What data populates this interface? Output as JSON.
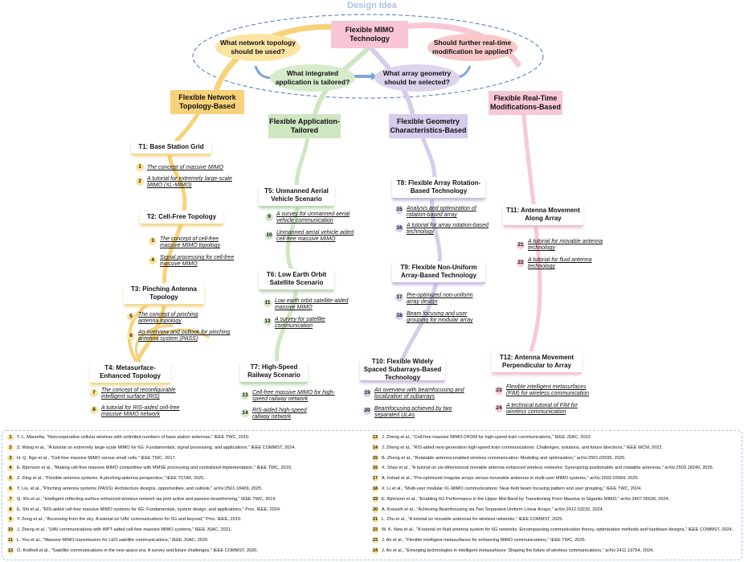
{
  "title": "Design Idea",
  "core": "Flexible MIMO Technology",
  "questions": {
    "q1": "What network topology should be used?",
    "q2": "Should further real-time modification be applied?",
    "q3": "What integrated application is tailored?",
    "q4": "What array geometry should be selected?"
  },
  "branches": {
    "b1": "Flexible Network Topology-Based",
    "b2": "Flexible Application-Tailored",
    "b3": "Flexible Geometry Characteristics-Based",
    "b4": "Flexible Real-Time Modifications-Based"
  },
  "topics": {
    "t1": "T1: Base Station Grid",
    "t2": "T2: Cell-Free Topology",
    "t3": "T3: Pinching Antenna Topology",
    "t4": "T4: Metasurface-Enhanced Topology",
    "t5": "T5: Unmanned Aerial Vehicle Scenario",
    "t6": "T6: Low Earth Orbit Satellite Scenario",
    "t7": "T7: High-Speed Railway Scenario",
    "t8": "T8: Flexible Array Rotation-Based Technology",
    "t9": "T9: Flexible Non-Uniform Array-Based Technology",
    "t10": "T10: Flexible Widely Spaced Subarrays-Based Technology",
    "t11": "T11: Antenna Movement Along Array",
    "t12": "T12: Antenna Movement Perpendicular to Array"
  },
  "refs": {
    "r1": "The concept of massive MIMO",
    "r2": "A tutorial for extremely large-scale MIMO (XL-MIMO)",
    "r3": "The concept of cell-free massive MIMO topology",
    "r4": "Signal processing for cell-free massive MIMO",
    "r5": "The concept of pinching antenna topology",
    "r6": "An overview and outlook for pinching antenna system (PASS)",
    "r7": "The concept of reconfigurable intelligent surface (RIS)",
    "r8": "A tutorial for RIS-aided cell-free massive MIMO network",
    "r9": "A survey for unmanned aerial vehicle communication",
    "r10": "Unmanned aerial vehicle aided cell-free massive MIMO",
    "r11": "Low earth orbit satellite-aided massive MIMO",
    "r12": "A survey for satellite communication",
    "r13": "Cell-free massive MIMO for high-speed railway network",
    "r14": "RIS-aided high-speed railway network",
    "r15": "Analysis and optimization of rotation-based array",
    "r16": "A tutorial for array rotation-based technology",
    "r17": "Pre-optimized non-uniform array design",
    "r18": "Beam focusing and user grouping for modular array",
    "r19": "An overview with beamfocusing and localization of subarrays",
    "r20": "Beamfocusing achieved by two separated ULAs",
    "r21": "A tutorial for movable antenna technology",
    "r22": "A tutorial for fluid antenna technology",
    "r23": "Flexible intelligent metasurfaces (FIM) for wireless communication",
    "r24": "A technical tutorial of FIM for wireless communication"
  },
  "numbers": [
    "1",
    "2",
    "3",
    "4",
    "5",
    "6",
    "7",
    "8",
    "9",
    "10",
    "11",
    "12",
    "13",
    "14",
    "15",
    "16",
    "17",
    "18",
    "19",
    "20",
    "21",
    "22",
    "23",
    "24"
  ],
  "references": [
    "T. L. Marzetta, \"Noncooperative cellular wireless with unlimited numbers of base station antennas,\" IEEE TWC, 2010.",
    "Z. Wang et al., \"A tutorial on extremely large-scale MIMO for 6G: Fundamentals, signal processing, and applications,\" IEEE COMMST, 2024.",
    "H. Q. Ngo et al., \"Cell-free massive MIMO versus small cells,\" IEEE TWC, 2017.",
    "E. Björnson et al., \"Making cell-free massive MIMO competitive with MMSE processing and centralized implementation,\" IEEE TWC, 2019.",
    "Z. Ding et al., \"Flexible-antenna systems: A pinching-antenna perspective,\" IEEE TCOM, 2025.",
    "Y. Liu, et al., \"Pinching antenna systems (PASS): Architecture designs, opportunities, and outlook,\" arXiv:2501.18409, 2025.",
    "Q. Wu et al., \"Intelligent reflecting surface enhanced wireless network via joint active and passive beamforming,\" IEEE TWC, 2019.",
    "E. Shi et al., \"RIS-aided cell-free massive MIMO systems for 6G: Fundamentals, system design, and applications,\" Proc. IEEE, 2024.",
    "Y. Zeng et al., \"Accessing from the sky: A tutorial on UAV communications for 5G and beyond,\" Proc. IEEE, 2019.",
    "J. Zheng et al., \"UAV communications with WPT-aided cell-free massive MIMO systems,\" IEEE JSAC, 2021.",
    "L. You et al., \"Massive MIMO transmission for LEO satellite communications,\" IEEE JSAC, 2020.",
    "O. Kodheli et al., \"Satellite communications in the new space era: A survey and future challenges,\" IEEE COMMST, 2020.",
    "J. Zheng et al., \"Cell-free massive MIMO-OFDM for high-speed train communications,\" IEEE JSAC, 2022.",
    "J. Zheng et al., \"RIS-aided next-generation high-speed train communications: Challenges, solutions, and future directions,\" IEEE WCM, 2022.",
    "B. Zheng et al., \"Rotatable antenna enabled wireless communication: Modeling and optimization,\" arXiv:2501.02595, 2025.",
    "X. Shao et al., \"A tutorial on six-dimensional movable antenna enhanced wireless networks: Synergizing positionable and rotatable antennas,\" arXiv:2503.18240, 2025.",
    "A. Irshad et al., \"Pre-optimized irregular arrays versus moveable antennas in multi-user MIMO systems,\" arXiv:2502.03994, 2025.",
    "X. Li et al., \"Multi-user modular XL-MIMO communications: Near-field beam focusing pattern and user grouping,\" IEEE TWC, 2024.",
    "E. Björnson et al., \"Enabling 6G Performance in the Upper Mid-Band by Transitioning From Massive to Gigantic MIMO,\" arXiv:2407.05630, 2024.",
    "A. Kosasih et al., \"Achieving Beamfocusing via Two Separated Uniform Linear Arrays,\" arXiv:2412.03232, 2024.",
    "L. Zhu et al., \"A tutorial on movable antennas for wireless networks,\" IEEE COMMST, 2025.",
    "W. K. New et al., \"A tutorial on fluid antenna system for 6G networks: Encompassing communication theory, optimization methods and hardware designs,\" IEEE COMMST, 2024.",
    "J. An et al., \"Flexible intelligent metasurfaces for enhancing MIMO communications,\" IEEE TWC, 2025.",
    "J. An et al., \"Emerging technologies in intelligent metasurfaces: Shaping the future of wireless communications,\" arXiv:2411.19754, 2024."
  ],
  "colors": {
    "yellow": "#f7d27a",
    "green": "#bcd9b2",
    "purple": "#c2b6db",
    "pink": "#f5bccb",
    "blue": "#a8c4e0"
  }
}
